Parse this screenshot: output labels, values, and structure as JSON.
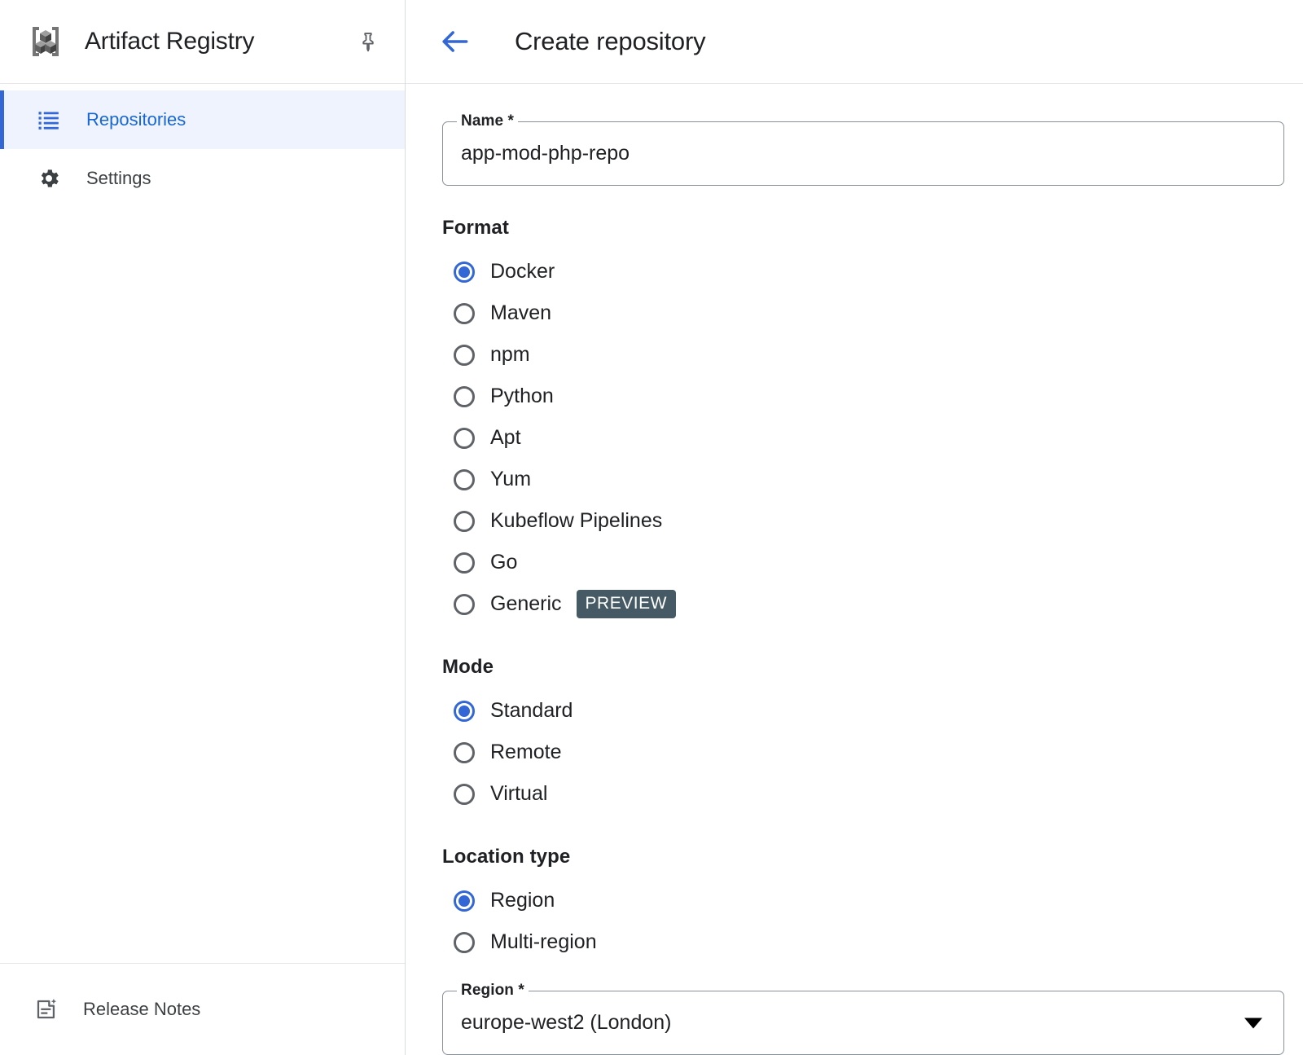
{
  "sidebar": {
    "brand": {
      "logo_icon": "artifact-registry-logo-icon",
      "title": "Artifact Registry",
      "pin_icon": "pin-icon"
    },
    "items": [
      {
        "label": "Repositories",
        "icon": "list-icon",
        "selected": true
      },
      {
        "label": "Settings",
        "icon": "gear-icon",
        "selected": false
      }
    ],
    "footer": {
      "label": "Release Notes",
      "icon": "release-notes-icon"
    }
  },
  "header": {
    "back_icon": "arrow-left-icon",
    "title": "Create repository"
  },
  "form": {
    "name_field": {
      "legend": "Name *",
      "value": "app-mod-php-repo",
      "placeholder": ""
    },
    "format": {
      "label": "Format",
      "options": [
        {
          "label": "Docker",
          "checked": true
        },
        {
          "label": "Maven",
          "checked": false
        },
        {
          "label": "npm",
          "checked": false
        },
        {
          "label": "Python",
          "checked": false
        },
        {
          "label": "Apt",
          "checked": false
        },
        {
          "label": "Yum",
          "checked": false
        },
        {
          "label": "Kubeflow Pipelines",
          "checked": false
        },
        {
          "label": "Go",
          "checked": false
        },
        {
          "label": "Generic",
          "checked": false,
          "badge": "PREVIEW"
        }
      ]
    },
    "mode": {
      "label": "Mode",
      "options": [
        {
          "label": "Standard",
          "checked": true
        },
        {
          "label": "Remote",
          "checked": false
        },
        {
          "label": "Virtual",
          "checked": false
        }
      ]
    },
    "location_type": {
      "label": "Location type",
      "options": [
        {
          "label": "Region",
          "checked": true
        },
        {
          "label": "Multi-region",
          "checked": false
        }
      ]
    },
    "region_field": {
      "legend": "Region *",
      "value": "europe-west2 (London)",
      "arrow_icon": "chevron-down-icon"
    }
  },
  "colors": {
    "accent_blue": "#3367d6",
    "link_blue": "#1967d2",
    "selected_bg": "#eef3fd",
    "badge_bg": "#455a64",
    "text": "#202124",
    "border": "#8a9098",
    "divider": "#e5e7ea"
  }
}
